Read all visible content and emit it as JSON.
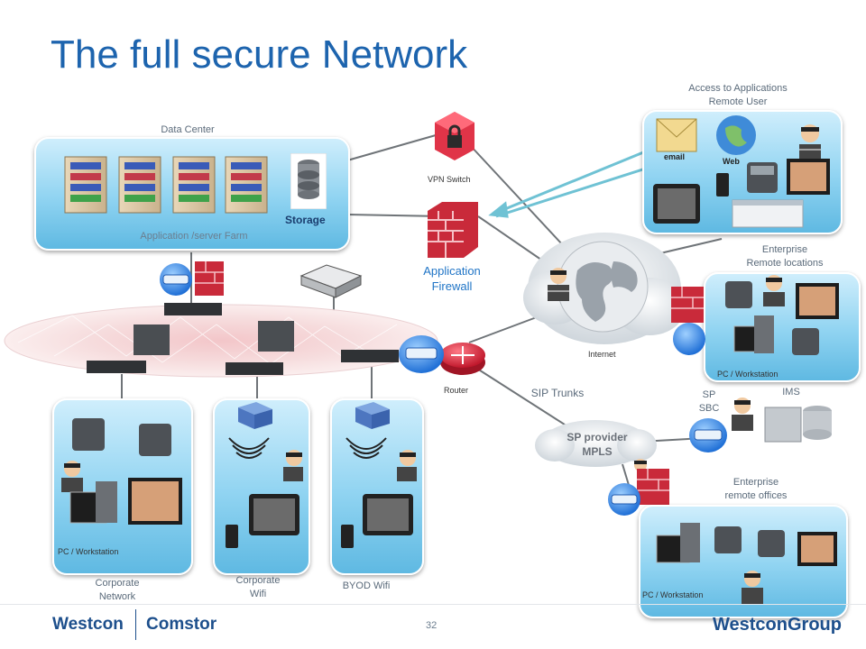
{
  "title": "The full secure Network",
  "labels": {
    "data_center": "Data Center",
    "app_server_farm": "Application /server Farm",
    "storage": "Storage",
    "vpn_switch": "VPN Switch",
    "app_firewall": "Application\nFirewall",
    "remote_user": "Access to Applications\nRemote User",
    "enterprise_remote_locations": "Enterprise\nRemote locations",
    "internet": "Internet",
    "router": "Router",
    "sip_trunks": "SIP Trunks",
    "sp_sbc": "SP\nSBC",
    "ims": "IMS",
    "sp_provider": "SP provider\nMPLS",
    "enterprise_remote_offices": "Enterprise\nremote offices",
    "pc_ws_remote_loc": "PC / Workstation",
    "pc_ws_corporate": "PC / Workstation",
    "pc_ws_offices": "PC / Workstation",
    "corporate_network": "Corporate\nNetwork",
    "corporate_wifi": "Corporate\nWifi",
    "byod_wifi": "BYOD Wifi",
    "email_icon_label": "email",
    "web_icon_label": "Web"
  },
  "footer": {
    "page_number": "32",
    "logo_westcon": "Westcon",
    "logo_comstor": "Comstor",
    "logo_group": "WestconGroup"
  },
  "colors": {
    "title": "#1d64ae",
    "panel": "#8fd3f1",
    "firewall": "#d8334a",
    "vpn": "#e04050",
    "sbc": "#2f7fe0",
    "annotation_arrow": "#7bc8d8"
  }
}
